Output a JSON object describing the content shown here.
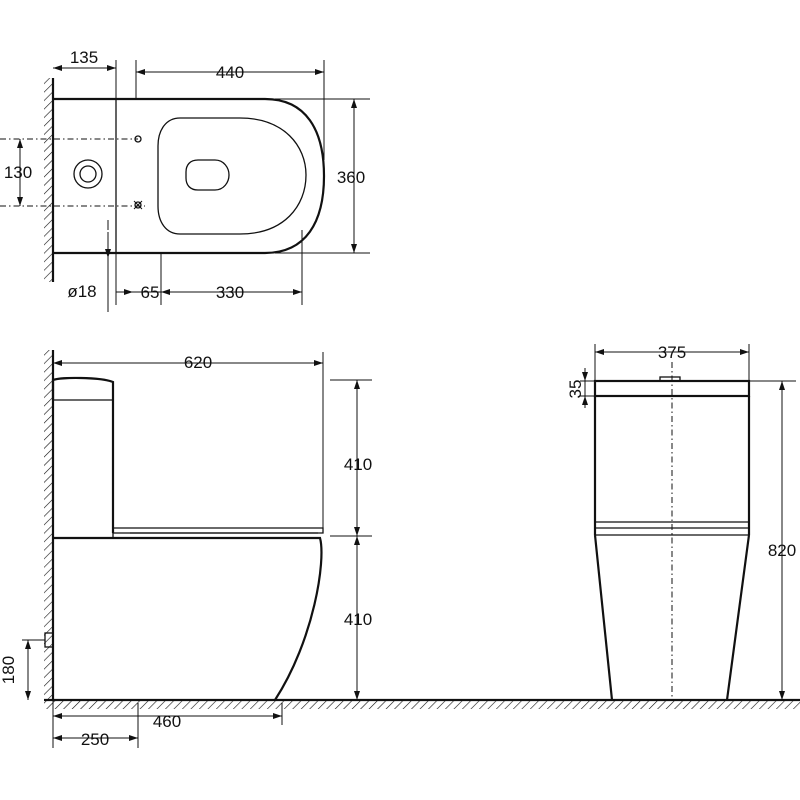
{
  "dimensions": {
    "top_wall_offset": "135",
    "top_length": "440",
    "top_width": "360",
    "top_outlet_offset": "130",
    "top_hole_diameter": "ø18",
    "top_bolt_gap": "65",
    "top_bolt_to_front": "330",
    "side_length": "620",
    "side_upper_height": "410",
    "side_lower_height": "410",
    "side_inlet_height": "180",
    "side_outlet_distance": "250",
    "side_base_length": "460",
    "front_width": "375",
    "front_lid_height": "35",
    "front_total_height": "820"
  }
}
